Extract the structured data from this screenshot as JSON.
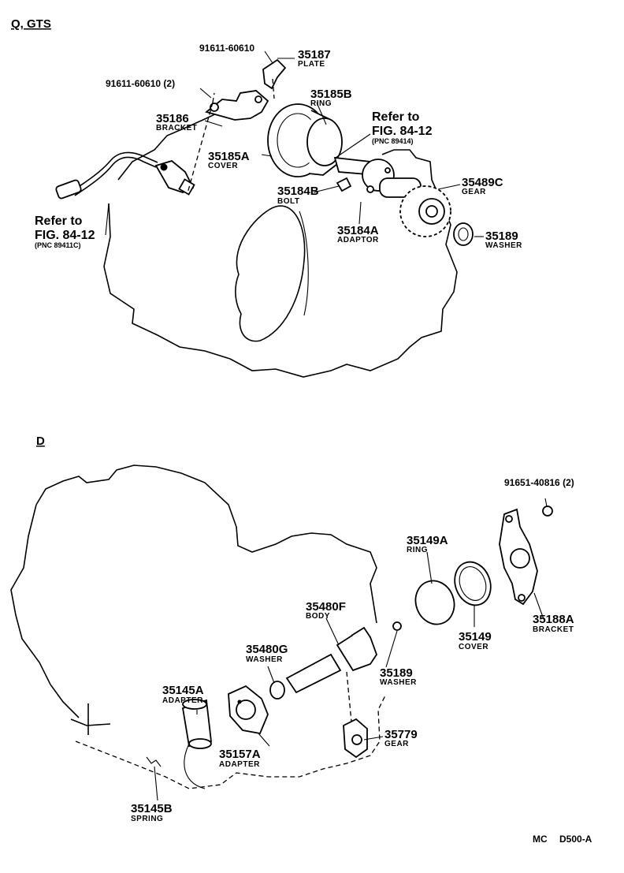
{
  "sections": {
    "top": "Q, GTS",
    "bottom": "D"
  },
  "top_parts": [
    {
      "id": "p91611a",
      "number": "91611-60610",
      "name": ""
    },
    {
      "id": "p35187",
      "number": "35187",
      "name": "PLATE"
    },
    {
      "id": "p91611b",
      "number": "91611-60610 (2)",
      "name": ""
    },
    {
      "id": "p35185b",
      "number": "35185B",
      "name": "RING"
    },
    {
      "id": "p35186",
      "number": "35186",
      "name": "BRACKET"
    },
    {
      "id": "p35185a",
      "number": "35185A",
      "name": "COVER"
    },
    {
      "id": "p35489c",
      "number": "35489C",
      "name": "GEAR"
    },
    {
      "id": "p35184b",
      "number": "35184B",
      "name": "BOLT"
    },
    {
      "id": "p35184a",
      "number": "35184A",
      "name": "ADAPTOR"
    },
    {
      "id": "p35189",
      "number": "35189",
      "name": "WASHER"
    }
  ],
  "top_refs": [
    {
      "id": "ref1",
      "line1": "Refer to",
      "line2": "FIG. 84-12",
      "pnc": "(PNC 89414)"
    },
    {
      "id": "ref2",
      "line1": "Refer to",
      "line2": "FIG. 84-12",
      "pnc": "(PNC 89411C)"
    }
  ],
  "bottom_parts": [
    {
      "id": "p91651",
      "number": "91651-40816 (2)",
      "name": ""
    },
    {
      "id": "p35149a",
      "number": "35149A",
      "name": "RING"
    },
    {
      "id": "p35480f",
      "number": "35480F",
      "name": "BODY"
    },
    {
      "id": "p35480g",
      "number": "35480G",
      "name": "WASHER"
    },
    {
      "id": "p35149",
      "number": "35149",
      "name": "COVER"
    },
    {
      "id": "p35188a",
      "number": "35188A",
      "name": "BRACKET"
    },
    {
      "id": "p35189b",
      "number": "35189",
      "name": "WASHER"
    },
    {
      "id": "p35145a",
      "number": "35145A",
      "name": "ADAPTER"
    },
    {
      "id": "p35779",
      "number": "35779",
      "name": "GEAR"
    },
    {
      "id": "p35157a",
      "number": "35157A",
      "name": "ADAPTER"
    },
    {
      "id": "p35145b",
      "number": "35145B",
      "name": "SPRING"
    }
  ],
  "footer": {
    "code1": "MC",
    "code2": "D500-A"
  }
}
